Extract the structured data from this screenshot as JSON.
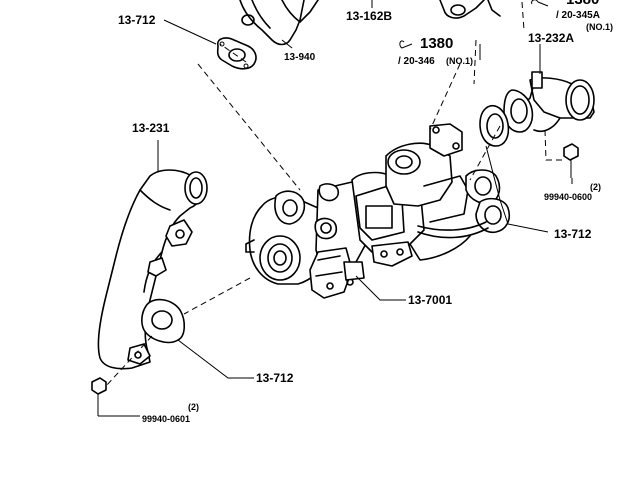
{
  "labels": {
    "gasket_top_left": "13-712",
    "pipe_top": "13-940",
    "part_162b": "13-162B",
    "ref_1380": "1380",
    "ref_1380_sub": "/ 20-346",
    "ref_1380_note": "(NO.1)",
    "ref_top_right": "/ 20-345A",
    "ref_top_right_note": "(NO.1)",
    "ref_top_right_partial": "1380",
    "elbow_right": "13-232A",
    "bolt_right_qty": "(2)",
    "bolt_right_part": "99940-0600",
    "gasket_right": "13-712",
    "pipe_left": "13-231",
    "turbo": "13-7001",
    "gasket_bottom": "13-712",
    "bolt_left_qty": "(2)",
    "bolt_left_part": "99940-0601"
  }
}
